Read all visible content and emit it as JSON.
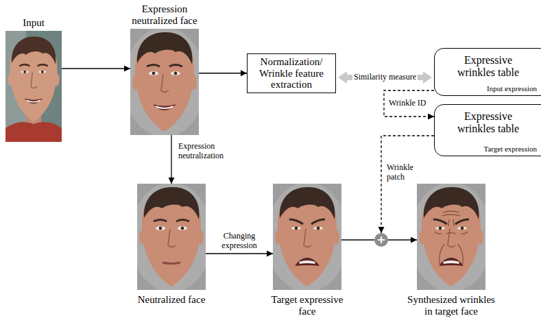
{
  "diagram": {
    "nodes": [
      {
        "text": [
          "Input"
        ]
      },
      {
        "text": [
          "Expression neutralized face"
        ]
      },
      {
        "text": [
          "Normalization/ Wrinkle feature extraction"
        ]
      },
      {
        "text": [
          "Expressive wrinkles table",
          "Input expression"
        ]
      },
      {
        "text": [
          "Expressive wrinkles table",
          "Target expression"
        ]
      },
      {
        "text": [
          "Neutralized face"
        ]
      },
      {
        "text": [
          "Target expressive face"
        ]
      },
      {
        "text": [
          "+"
        ]
      },
      {
        "text": [
          "Synthesized wrinkles in target face"
        ]
      }
    ],
    "edges": [
      {
        "from": 0,
        "to": 1,
        "arrow": "to"
      },
      {
        "from": 1,
        "to": 2,
        "arrow": "to"
      },
      {
        "from": 2,
        "to": 3,
        "label": "Similarity measure",
        "arrow": "both"
      },
      {
        "from": 3,
        "to": 4,
        "label": "Wrinkle ID",
        "arrow": "to"
      },
      {
        "from": 4,
        "to": 7,
        "label": "Wrinkle patch",
        "arrow": "to"
      },
      {
        "from": 1,
        "to": 5,
        "label": "Expression neutralization",
        "arrow": "to"
      },
      {
        "from": 5,
        "to": 6,
        "label": "Changing expression",
        "arrow": "to"
      },
      {
        "from": 6,
        "to": 7,
        "arrow": "none"
      },
      {
        "from": 7,
        "to": 8,
        "arrow": "to"
      }
    ]
  }
}
